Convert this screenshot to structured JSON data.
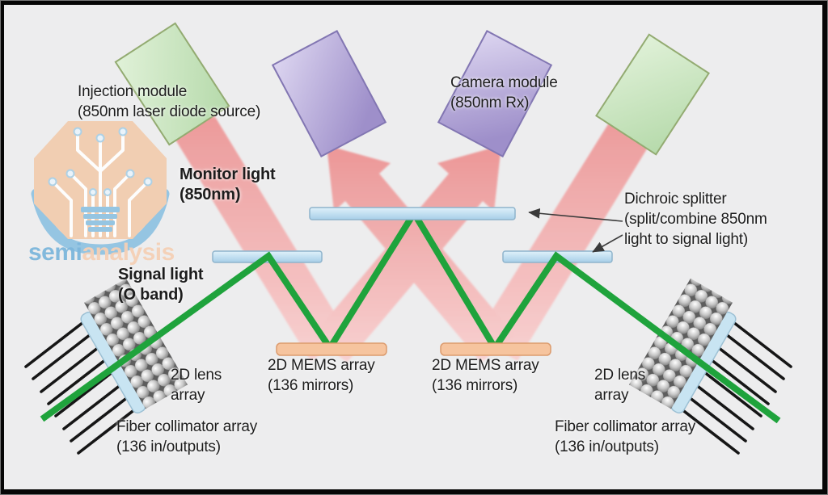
{
  "diagram": {
    "description_visible_text_only": true,
    "labels": {
      "injection_module": {
        "line1": "Injection module",
        "line2": "(850nm laser diode source)"
      },
      "monitor_light": {
        "line1": "Monitor light",
        "line2": "(850nm)"
      },
      "camera_module": {
        "line1": "Camera module",
        "line2": "(850nm Rx)"
      },
      "dichroic_splitter": {
        "line1": "Dichroic splitter",
        "line2": "(split/combine 850nm",
        "line3": "light to signal light)"
      },
      "signal_light": {
        "line1": "Signal light",
        "line2": "(O band)"
      },
      "mems_left": {
        "line1": "2D MEMS array",
        "line2": "(136 mirrors)"
      },
      "mems_right": {
        "line1": "2D MEMS array",
        "line2": "(136 mirrors)"
      },
      "lens_left": {
        "line1": "2D lens",
        "line2": "array"
      },
      "lens_right": {
        "line1": "2D lens",
        "line2": "array"
      },
      "fiber_left": {
        "line1": "Fiber collimator array",
        "line2": "(136 in/outputs)"
      },
      "fiber_right": {
        "line1": "Fiber collimator array",
        "line2": "(136 in/outputs)"
      }
    },
    "logo": {
      "semi": "semi",
      "analysis": "analysis"
    },
    "colors": {
      "background": "#ededee",
      "frame": "#060606",
      "signal_green": "#1fa33c",
      "beam_pink": "#f0999a",
      "module_green": "#cde8c3",
      "module_purple": "#b4a6d8",
      "splitter_blue": "#c3e1f2",
      "mems_orange": "#f6c49e",
      "fiber_black": "#161616",
      "logo_blue": "#7db7dc",
      "logo_peach": "#f2ccae"
    }
  }
}
